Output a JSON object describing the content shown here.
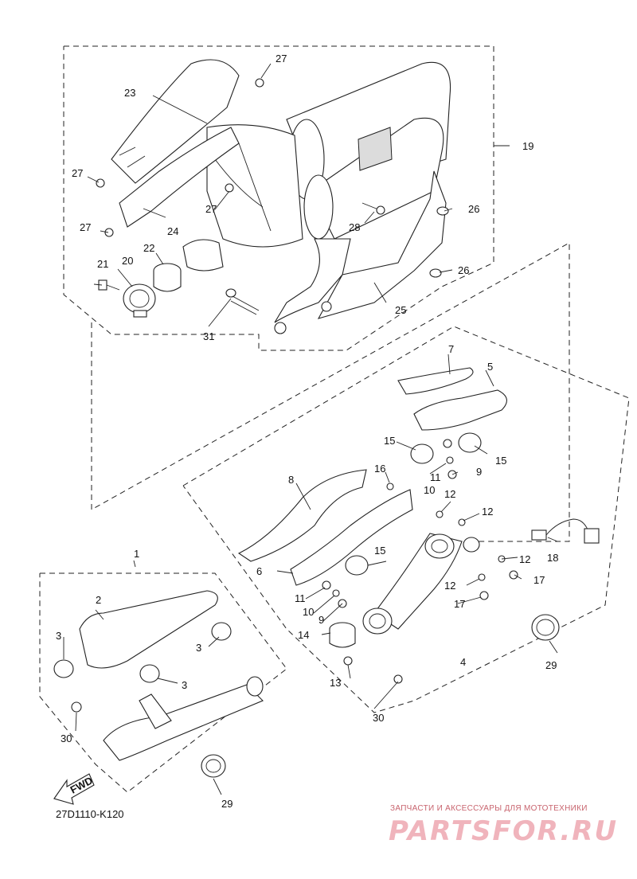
{
  "diagram": {
    "callouts": [
      "1",
      "2",
      "3",
      "4",
      "5",
      "6",
      "7",
      "8",
      "9",
      "10",
      "11",
      "12",
      "14",
      "15",
      "16",
      "17",
      "18",
      "19",
      "20",
      "21",
      "22",
      "23",
      "24",
      "25",
      "26",
      "27",
      "28",
      "29",
      "30",
      "31",
      "13"
    ],
    "fwd_arrow_label": "FWD",
    "drawing_code": "27D1110-K120"
  },
  "watermark": {
    "tagline": "ЗАПЧАСТИ И АКСЕССУАРЫ ДЛЯ МОТОТЕХНИКИ",
    "brand": "PARTSFOR.RU"
  }
}
